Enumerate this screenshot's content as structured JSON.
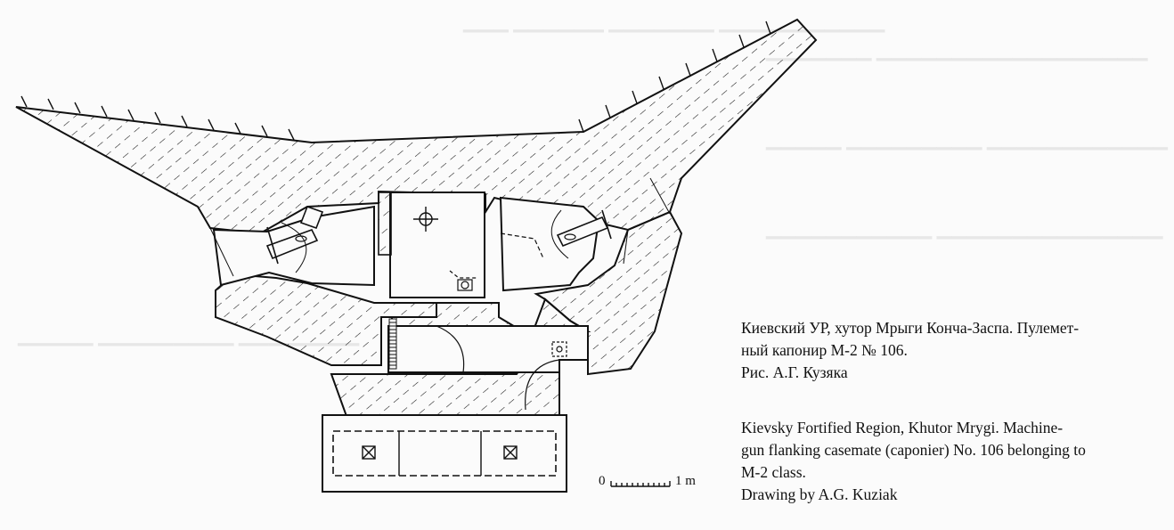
{
  "caption": {
    "ru_line1": "Киевский УР, хутор Мрыги Конча-Заспа. Пулемет-",
    "ru_line2": "ный капонир М-2 № 106.",
    "ru_line3": "Рис. А.Г. Кузяка",
    "en_line1": "Kievsky Fortified Region, Khutor Mrygi. Machine-",
    "en_line2": "gun flanking casemate (caponier) No. 106 belonging to",
    "en_line3": "M-2 class.",
    "en_line4": "Drawing by A.G. Kuziak"
  },
  "scale_bar": {
    "start_label": "0",
    "end_label": "1 m"
  },
  "colors": {
    "ink": "#111111",
    "paper": "#fbfbfb",
    "bleed_through": "#d8d8d8"
  }
}
